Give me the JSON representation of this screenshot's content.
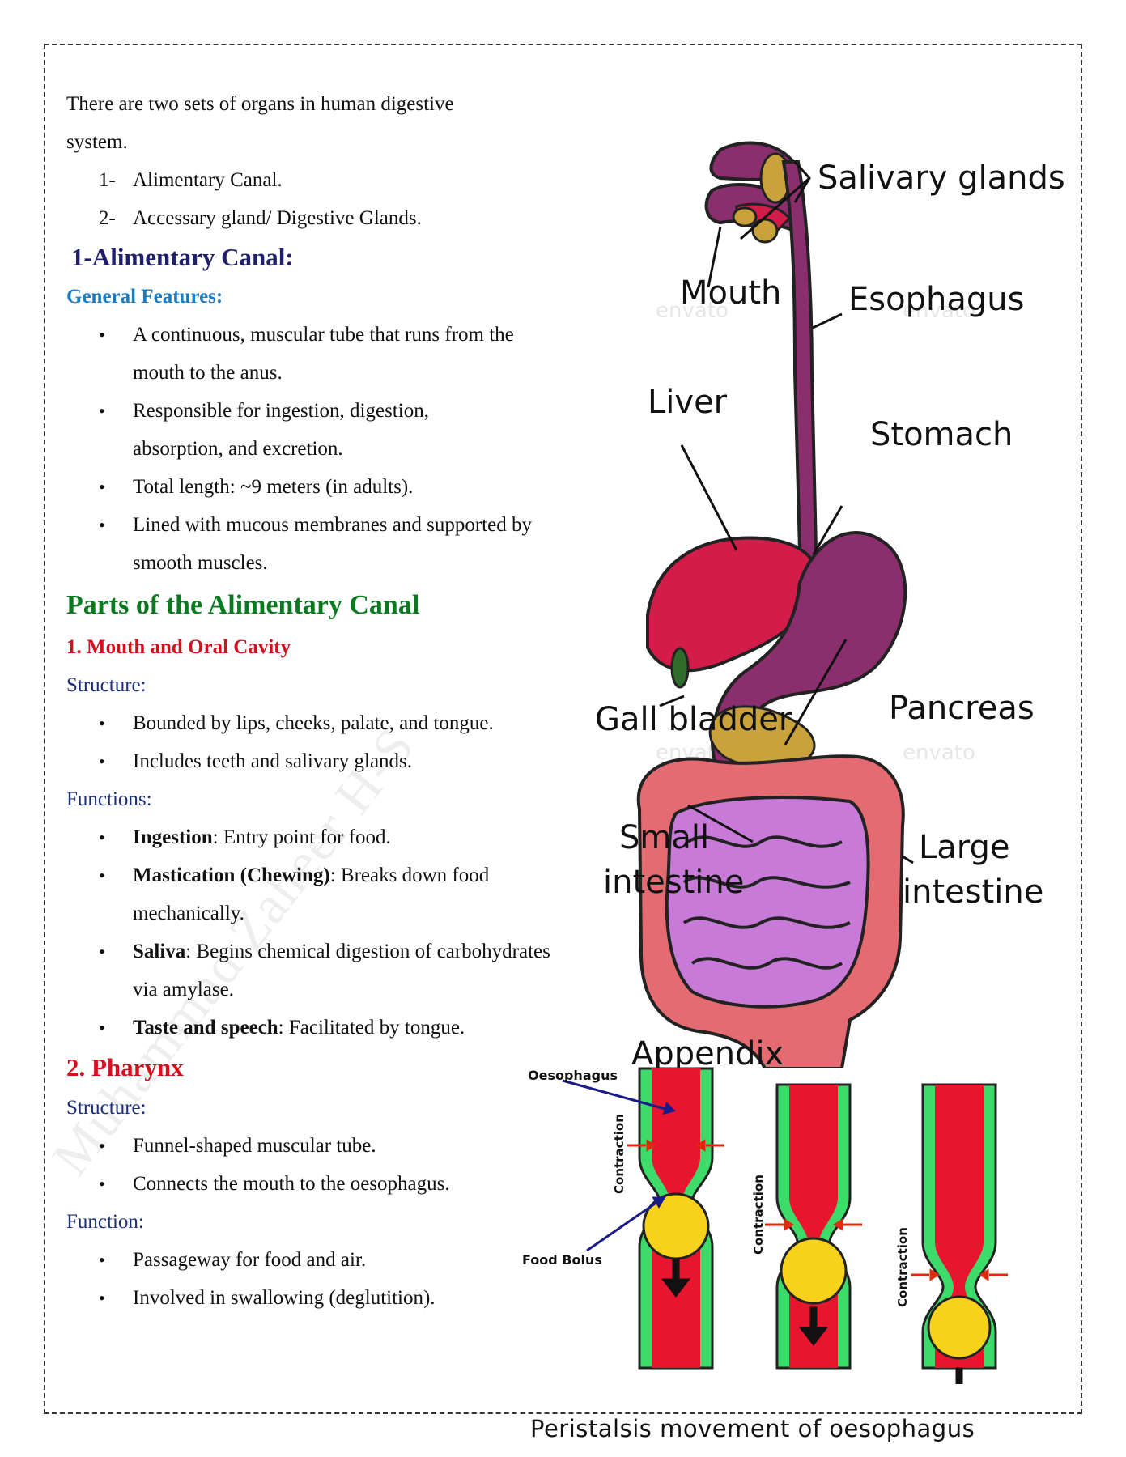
{
  "intro": {
    "line": "There are two sets of organs in human digestive system.",
    "items": [
      {
        "num": "1-",
        "text": "Alimentary Canal."
      },
      {
        "num": "2-",
        "text": "Accessary gland/ Digestive Glands."
      }
    ]
  },
  "section1": {
    "heading": "1-Alimentary Canal:",
    "general_heading": "General Features:",
    "features": [
      "A continuous, muscular tube that runs from the mouth to the anus.",
      "Responsible for ingestion, digestion, absorption, and excretion.",
      "Total length: ~9 meters (in adults).",
      "Lined with mucous membranes and supported by smooth muscles."
    ]
  },
  "parts": {
    "heading": "Parts of the Alimentary Canal",
    "mouth": {
      "heading": "1. Mouth and Oral Cavity",
      "structure_label": "Structure:",
      "structure": [
        "Bounded by lips, cheeks, palate, and tongue.",
        "Includes teeth and salivary glands."
      ],
      "functions_label": "Functions:",
      "functions": [
        {
          "term": "Ingestion",
          "desc": ": Entry point for food."
        },
        {
          "term": "Mastication (Chewing)",
          "desc": ": Breaks down food mechanically."
        },
        {
          "term": "Saliva",
          "desc": ": Begins chemical digestion of carbohydrates via amylase."
        },
        {
          "term": "Taste and speech",
          "desc": ": Facilitated by tongue."
        }
      ]
    },
    "pharynx": {
      "heading": "2. Pharynx",
      "structure_label": "Structure:",
      "structure": [
        "Funnel-shaped muscular tube.",
        "Connects the mouth to the oesophagus."
      ],
      "function_label": "Function:",
      "functions": [
        "Passageway for food and air.",
        "Involved in swallowing (deglutition)."
      ]
    }
  },
  "watermark": "Muhammad Zaheer H-S",
  "diagram_labels": {
    "salivary": "Salivary glands",
    "mouth": "Mouth",
    "esophagus": "Esophagus",
    "liver": "Liver",
    "stomach": "Stomach",
    "pancreas": "Pancreas",
    "gall_bladder": "Gall bladder",
    "small_intestine_1": "Small",
    "small_intestine_2": "intestine",
    "large_intestine_1": "Large",
    "large_intestine_2": "intestine",
    "appendix": "Appendix",
    "envato": "envato"
  },
  "peristalsis": {
    "oesophagus": "Oesophagus",
    "food_bolus": "Food Bolus",
    "contraction": "Contraction",
    "caption": "Peristalsis movement of oesophagus"
  },
  "colors": {
    "navy_heading": "#1f1f6b",
    "blue_heading": "#1a7dc4",
    "green_heading": "#0a7a20",
    "red_heading": "#d2101e",
    "tube_red": "#e8152f",
    "tube_green": "#3ddc6a",
    "bolus_yellow": "#f8d21a"
  }
}
